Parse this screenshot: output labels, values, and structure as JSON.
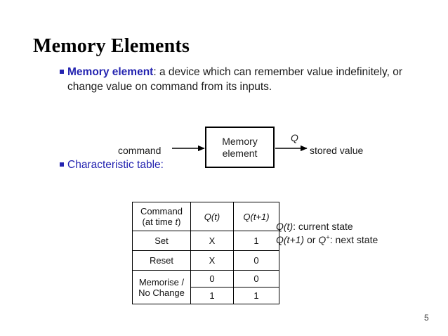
{
  "slide": {
    "title": "Memory Elements",
    "page_number": "5",
    "accent_blue": "#2323b0",
    "text_color": "#1a1a1a"
  },
  "bullets": [
    {
      "marker": "square-bullet",
      "keyword": "Memory element",
      "after_keyword": ": a device which can remember value indefinitely, or change value on command from its inputs."
    },
    {
      "marker": "square-bullet",
      "label": "Characteristic table:"
    }
  ],
  "diagram": {
    "box_line1": "Memory",
    "box_line2": "element",
    "input_label": "command",
    "output_label": "stored value",
    "signal_label": "Q"
  },
  "table": {
    "headers": {
      "command": "Command",
      "command_sub": "(at time t)",
      "q_now": "Q(t)",
      "q_next": "Q(t+1)"
    },
    "rows": [
      {
        "command": "Set",
        "q": "X",
        "qn": "1"
      },
      {
        "command": "Reset",
        "q": "X",
        "qn": "0"
      }
    ],
    "memorise": {
      "line1": "Memorise /",
      "line2": "No Change",
      "pairs": [
        {
          "q": "0",
          "qn": "0"
        },
        {
          "q": "1",
          "qn": "1"
        }
      ]
    }
  },
  "annotation": {
    "line1_sym": "Q(t)",
    "line1_text": ": current state",
    "line2_sym_a": "Q(t+1)",
    "line2_mid": " or ",
    "line2_sym_b": "Q",
    "line2_sup": "+",
    "line2_text": ": next state"
  }
}
